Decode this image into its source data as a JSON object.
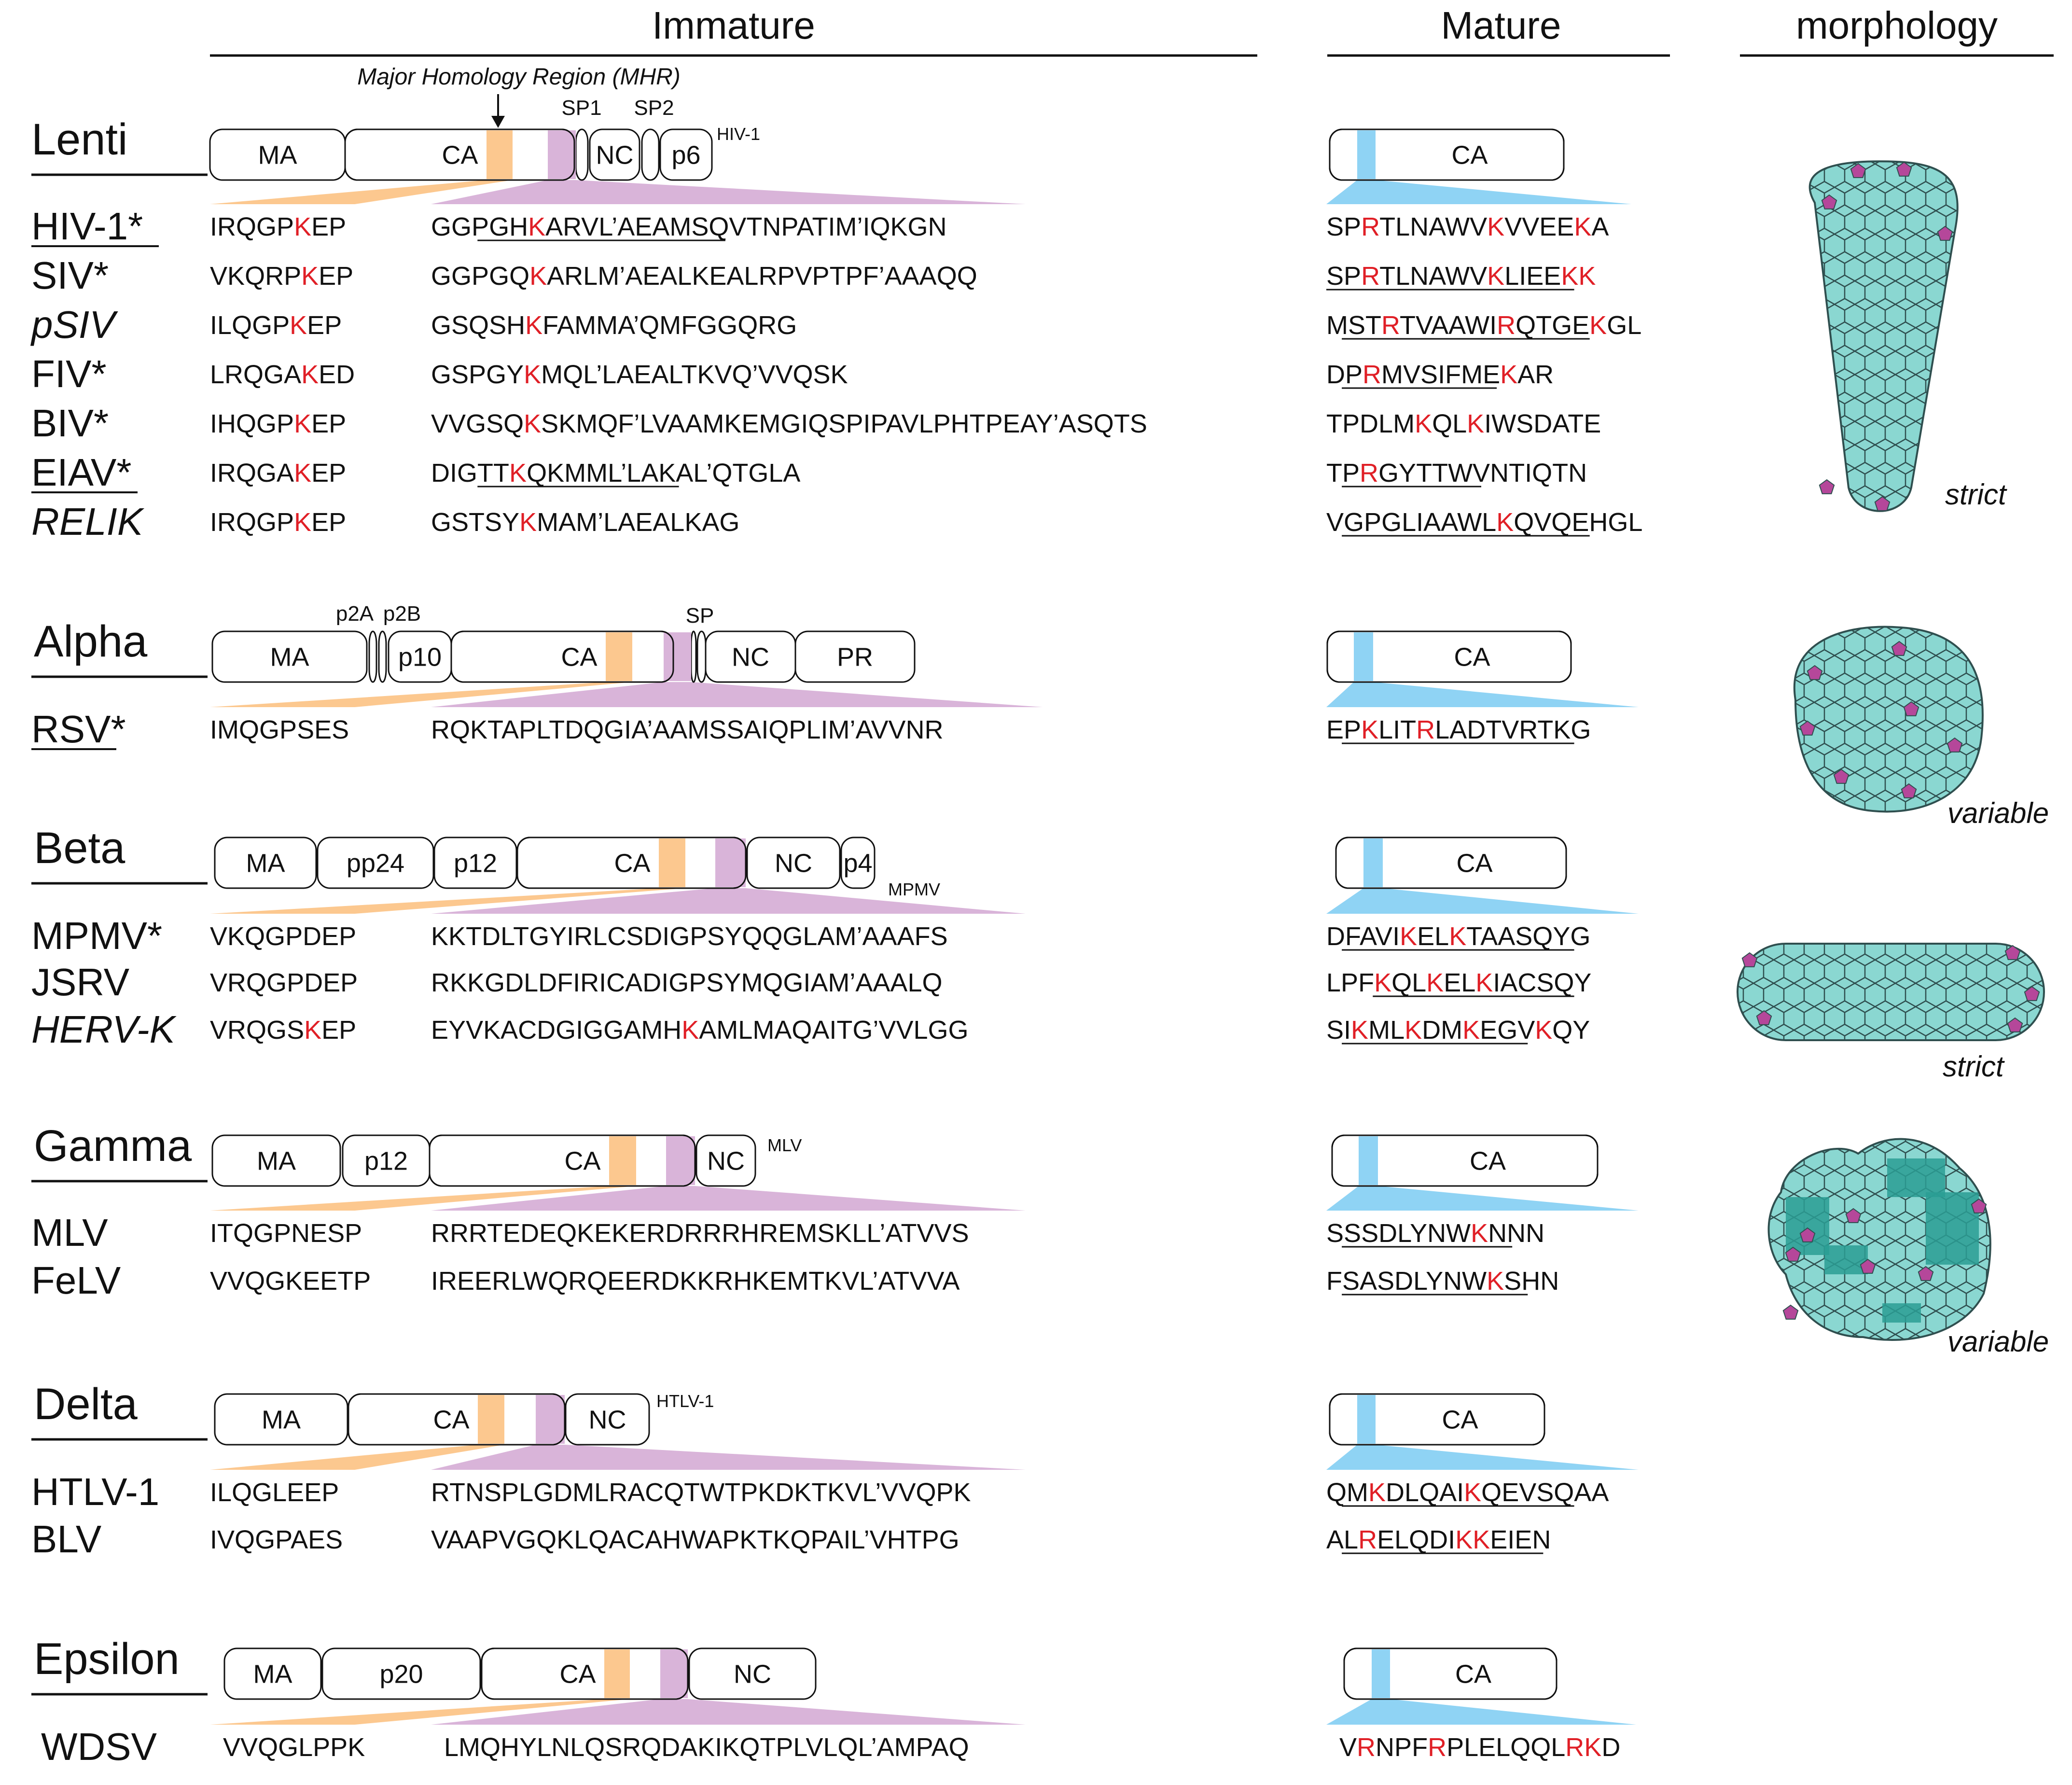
{
  "headers": {
    "immature": "Immature",
    "mature": "Mature",
    "morphology": "morphology"
  },
  "mhr_label": "Major Homology Region (MHR)",
  "colors": {
    "mhr": "#fcc88f",
    "purple": "#d9b4d9",
    "blue": "#8fd3f4",
    "capsid": "#8ad7d1",
    "capsid_dark": "#2a9d94",
    "pentamer": "#b5479a",
    "red": "#e01f26"
  },
  "genera": [
    {
      "name": "Lenti",
      "strain": "HIV-1",
      "domains": [
        {
          "label": "MA",
          "w": 1
        },
        {
          "label": "CA",
          "w": 1,
          "ca": true
        },
        {
          "label": "SP1",
          "w": 1
        },
        {
          "label": "NC",
          "w": 1
        },
        {
          "label": "SP2",
          "w": 1
        },
        {
          "label": "p6",
          "w": 1
        }
      ],
      "viruses": [
        {
          "name": "HIV-1*",
          "italic": false,
          "underline": true,
          "mhr": "IRQGPKEP",
          "mhr_red": [
            5
          ],
          "seq": "GGPGHKARVL’AEAMSQVTNPATIM’IQKGN",
          "seq_red": [
            5
          ],
          "seq_ul": [
            3,
            18
          ],
          "mat": "SPRTLNAWVKVVEEKA",
          "mat_red": [
            2,
            9,
            14
          ],
          "mat_ul": null
        },
        {
          "name": "SIV*",
          "italic": false,
          "underline": false,
          "mhr": "VKQRPKEP",
          "mhr_red": [
            5
          ],
          "seq": "GGPGQKARLM’AEALKEALRPVPTPF’AAAQQ",
          "seq_red": [
            5
          ],
          "seq_ul": null,
          "mat": "SPRTLNAWVKLIEEKK",
          "mat_red": [
            2,
            9,
            14,
            15
          ],
          "mat_ul": [
            0,
            15
          ]
        },
        {
          "name": "pSIV",
          "italic": true,
          "underline": false,
          "mhr": "ILQGPKEP",
          "mhr_red": [
            5
          ],
          "seq": "GSQSHKFAMMA’QMFGGQRG",
          "seq_red": [
            5
          ],
          "seq_ul": null,
          "mat": "MSTRTVAAWIRQTGEKGL",
          "mat_red": [
            3,
            10,
            15
          ],
          "mat_ul": [
            1,
            16
          ]
        },
        {
          "name": "FIV*",
          "italic": false,
          "underline": false,
          "mhr": "LRQGAKED",
          "mhr_red": [
            5
          ],
          "seq": "GSPGYKMQL’LAEALTKVQ’VVQSK",
          "seq_red": [
            5
          ],
          "seq_ul": null,
          "mat": "DPRMVSIFMEKAR",
          "mat_red": [
            2,
            10
          ],
          "mat_ul": [
            1,
            10
          ]
        },
        {
          "name": "BIV*",
          "italic": false,
          "underline": false,
          "mhr": "IHQGPKEP",
          "mhr_red": [
            5
          ],
          "seq": "VVGSQKSKMQF’LVAAMKEMGIQSPIPAVLPHTPEAY’ASQTS",
          "seq_red": [
            5
          ],
          "seq_ul": null,
          "mat": "TPDLMKQLKIWSDATE",
          "mat_red": [
            5,
            8
          ],
          "mat_ul": null
        },
        {
          "name": "EIAV*",
          "italic": false,
          "underline": true,
          "mhr": "IRQGAKEP",
          "mhr_red": [
            5
          ],
          "seq": "DIGTTKQKMML’LAKAL’QTGLA",
          "seq_red": [
            5
          ],
          "seq_ul": [
            3,
            15
          ],
          "mat": "TPRGYTTWVNTIQTN",
          "mat_red": [
            2
          ],
          "mat_ul": [
            1,
            9
          ]
        },
        {
          "name": "RELIK",
          "italic": true,
          "underline": false,
          "mhr": "IRQGPKEP",
          "mhr_red": [
            5
          ],
          "seq": "GSTSYKMAM’LAEALKAG",
          "seq_red": [
            5
          ],
          "seq_ul": null,
          "mat": "VGPGLIAAWLKQVQEHGL",
          "mat_red": [
            10
          ],
          "mat_ul": [
            1,
            16
          ]
        }
      ]
    },
    {
      "name": "Alpha",
      "strain": "",
      "domains": [
        {
          "label": "MA"
        },
        {
          "label": "p2A"
        },
        {
          "label": "p2B"
        },
        {
          "label": "p10"
        },
        {
          "label": "CA"
        },
        {
          "label": "SP"
        },
        {
          "label": "NC"
        },
        {
          "label": "PR"
        }
      ],
      "viruses": [
        {
          "name": "RSV*",
          "italic": false,
          "underline": true,
          "mhr": "IMQGPSES",
          "mhr_red": [],
          "seq": "RQKTAPLTDQGIA’AAMSSAIQPLIM’AVVNR",
          "seq_red": [],
          "seq_ul": null,
          "mat": "EPKLITRLADTVRTKG",
          "mat_red": [
            2,
            6
          ],
          "mat_ul": [
            1,
            15
          ]
        }
      ]
    },
    {
      "name": "Beta",
      "strain": "MPMV",
      "domains": [
        {
          "label": "MA"
        },
        {
          "label": "pp24"
        },
        {
          "label": "p12"
        },
        {
          "label": "CA"
        },
        {
          "label": "NC"
        },
        {
          "label": "p4"
        }
      ],
      "viruses": [
        {
          "name": "MPMV*",
          "italic": false,
          "underline": false,
          "mhr": "VKQGPDEP",
          "mhr_red": [],
          "seq": "KKTDLTGYIRLCSDIGPSYQQGLAM’AAAFS",
          "seq_red": [],
          "seq_ul": null,
          "mat": "DFAVIKELKTAASQYG",
          "mat_red": [
            5,
            8
          ],
          "mat_ul": [
            1,
            15
          ]
        },
        {
          "name": "JSRV",
          "italic": false,
          "underline": false,
          "mhr": "VRQGPDEP",
          "mhr_red": [],
          "seq": "RKKGDLDFIRICADIGPSYMQGIAM’AAALQ",
          "seq_red": [],
          "seq_ul": null,
          "mat": "LPFKQLKELKIACSQY",
          "mat_red": [
            3,
            6,
            9
          ],
          "mat_ul": [
            3,
            15
          ]
        },
        {
          "name": "HERV-K",
          "italic": true,
          "underline": false,
          "mhr": "VRQGSKEP",
          "mhr_red": [
            5
          ],
          "seq": "EYVKACDGIGGAMHKAMLMAQAITG’VVLGG",
          "seq_red": [
            14
          ],
          "seq_ul": null,
          "mat": "SIKMLKDMKEGVKQY",
          "mat_red": [
            2,
            5,
            8,
            12
          ],
          "mat_ul": [
            1,
            12
          ]
        }
      ]
    },
    {
      "name": "Gamma",
      "strain": "MLV",
      "domains": [
        {
          "label": "MA"
        },
        {
          "label": "p12"
        },
        {
          "label": "CA"
        },
        {
          "label": "NC"
        }
      ],
      "viruses": [
        {
          "name": "MLV",
          "italic": false,
          "underline": false,
          "mhr": "ITQGPNESP",
          "mhr_red": [],
          "seq": "RRRTEDEQKEKERDRRRHREMSKLL’ATVVS",
          "seq_red": [],
          "seq_ul": null,
          "mat": "SSSDLYNWKNNN",
          "mat_red": [
            8
          ],
          "mat_ul": [
            1,
            11
          ]
        },
        {
          "name": "FeLV",
          "italic": false,
          "underline": false,
          "mhr": "VVQGKEETP",
          "mhr_red": [],
          "seq": "IREERLWQRQEERDKKRHKEMTKVL’ATVVA",
          "seq_red": [],
          "seq_ul": null,
          "mat": "FSASDLYNWKSHN",
          "mat_red": [
            9
          ],
          "mat_ul": [
            1,
            12
          ]
        }
      ]
    },
    {
      "name": "Delta",
      "strain": "HTLV-1",
      "domains": [
        {
          "label": "MA"
        },
        {
          "label": "CA"
        },
        {
          "label": "NC"
        }
      ],
      "viruses": [
        {
          "name": "HTLV-1",
          "italic": false,
          "underline": false,
          "mhr": "ILQGLEEP",
          "mhr_red": [],
          "seq": "RTNSPLGDMLRACQTWTPKDKTKVL’VVQPK",
          "seq_red": [],
          "seq_ul": null,
          "mat": "QMKDLQAIKQEVSQAA",
          "mat_red": [
            2,
            8
          ],
          "mat_ul": [
            1,
            15
          ]
        },
        {
          "name": "BLV",
          "italic": false,
          "underline": false,
          "mhr": "IVQGPAES",
          "mhr_red": [],
          "seq": "VAAPVGQKLQACAHWAPKTKQPAIL’VHTPG",
          "seq_red": [],
          "seq_ul": null,
          "mat": "ALRELQDIKKEIEN",
          "mat_red": [
            2,
            8,
            9
          ],
          "mat_ul": [
            1,
            13
          ]
        }
      ]
    },
    {
      "name": "Epsilon",
      "strain": "",
      "domains": [
        {
          "label": "MA"
        },
        {
          "label": "p20"
        },
        {
          "label": "CA"
        },
        {
          "label": "NC"
        }
      ],
      "viruses": [
        {
          "name": "WDSV",
          "italic": false,
          "underline": false,
          "mhr": "VVQGLPPK",
          "mhr_red": [],
          "seq": "LMQHYLNLQSRQDAKIKQTPLVLQL’AMPAQ",
          "seq_red": [],
          "seq_ul": null,
          "mat": "VRNPFRPLELQQLRKD",
          "mat_red": [
            1,
            5,
            13,
            14
          ],
          "mat_ul": null
        }
      ]
    }
  ],
  "mature_ca_label": "CA",
  "morphologies": [
    {
      "shape": "cone",
      "label": "strict"
    },
    {
      "shape": "sphere",
      "label": "variable"
    },
    {
      "shape": "rod",
      "label": "strict"
    },
    {
      "shape": "irregular",
      "label": "variable"
    }
  ]
}
